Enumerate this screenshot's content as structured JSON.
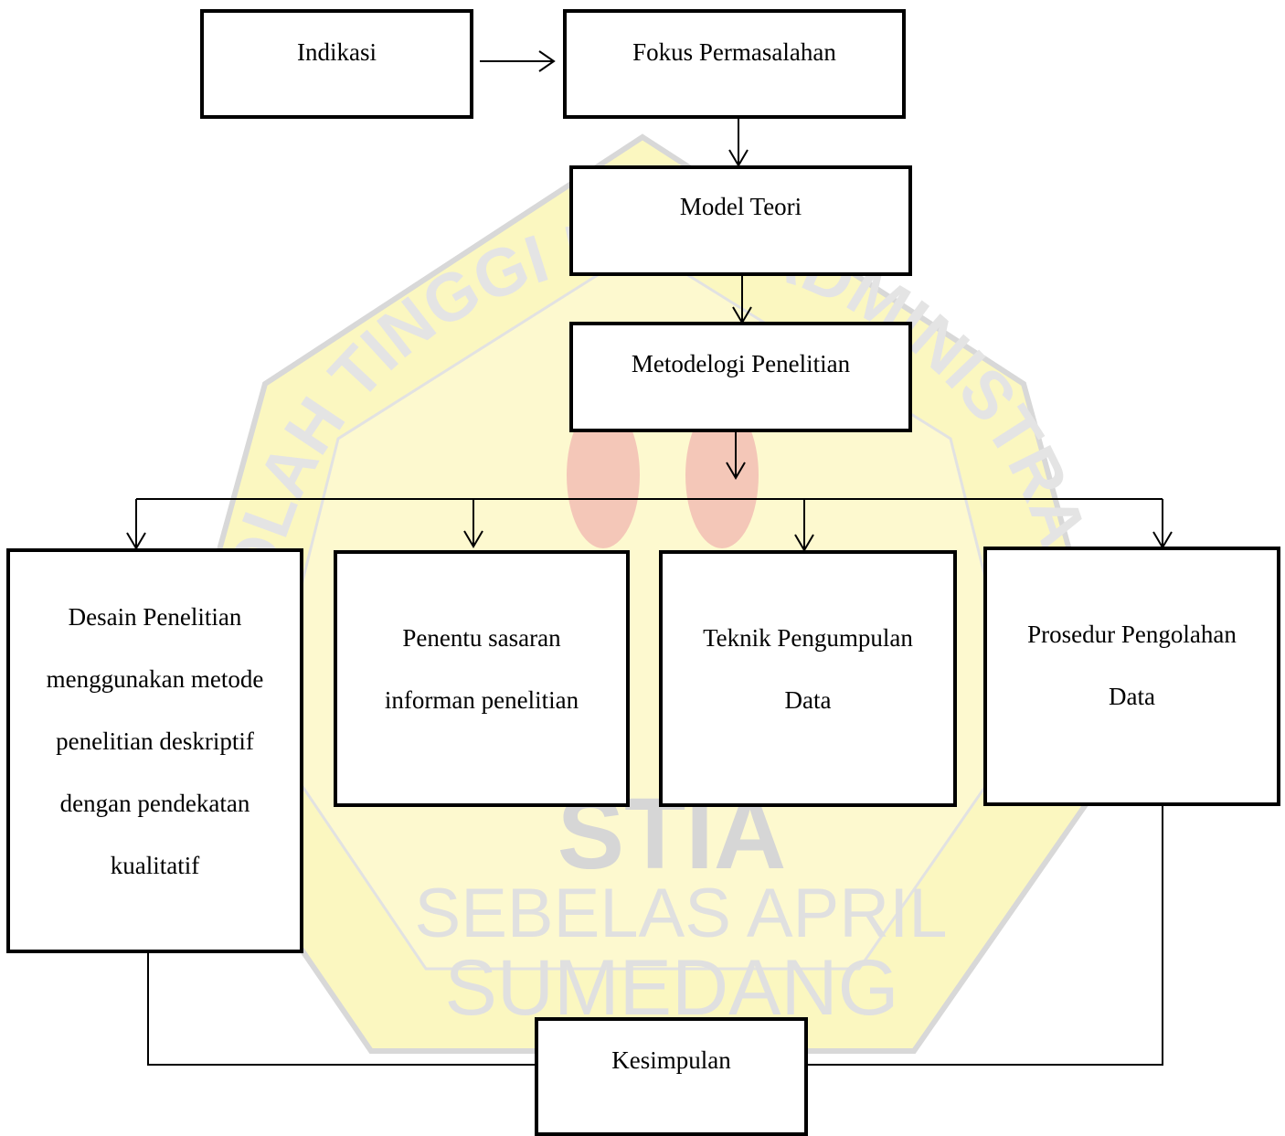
{
  "watermark": {
    "arc_text": "SEKOLAH TINGGI ILMU ADMINISTRASI",
    "acronym": "STIA",
    "line2": "SEBELAS APRIL",
    "line3": "SUMEDANG",
    "colors": {
      "shield": "#fbf7c0",
      "shield_edge": "#d8d8d8",
      "text": "#e0e0e0",
      "emblem_red": "#f4c7b8"
    }
  },
  "nodes": {
    "indikasi": "Indikasi",
    "fokus": "Fokus Permasalahan",
    "model_teori": "Model Teori",
    "metodologi": "Metodelogi Penelitian",
    "desain": [
      "Desain Penelitian",
      "menggunakan metode",
      "penelitian deskriptif",
      "dengan pendekatan",
      "kualitatif"
    ],
    "penentu": [
      "Penentu sasaran",
      "informan penelitian"
    ],
    "teknik": [
      "Teknik Pengumpulan",
      "Data"
    ],
    "prosedur": [
      "Prosedur Pengolahan",
      "Data"
    ],
    "kesimpulan": "Kesimpulan"
  },
  "colors": {
    "stroke": "#000000",
    "box_fill": "#ffffff"
  }
}
